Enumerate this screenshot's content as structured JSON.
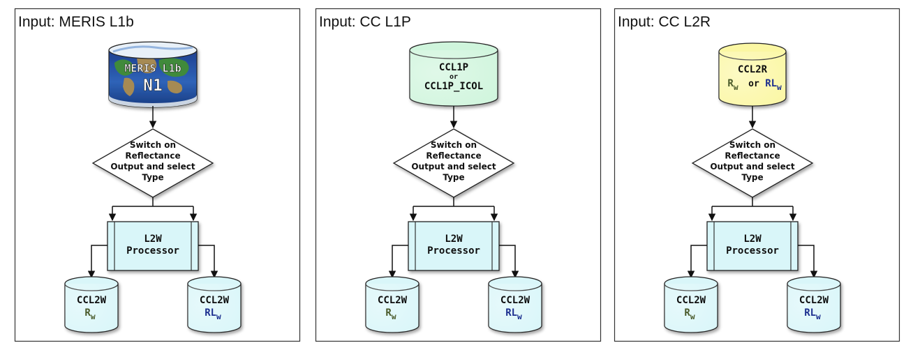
{
  "colors": {
    "cyan_fill": "#d9f6f9",
    "green_fill": "#cff5dc",
    "yellow_fill": "#fbf7a3",
    "rw_color": "#4a5a2a",
    "rlw_color": "#1b2f8f",
    "stroke": "#222222"
  },
  "panels": [
    {
      "title": "Input: MERIS L1b",
      "input": {
        "style": "earth-image",
        "lines": [
          "MERIS L1b",
          "N1"
        ]
      },
      "decision": [
        "Switch on",
        "Reflectance",
        "Output and select",
        "Type"
      ],
      "processor": [
        "L2W",
        "Processor"
      ],
      "outputs": [
        {
          "label": "CCL2W",
          "sub_main": "R",
          "sub_index": "w",
          "sub_color": "rw"
        },
        {
          "label": "CCL2W",
          "sub_main": "RL",
          "sub_index": "w",
          "sub_color": "rlw"
        }
      ]
    },
    {
      "title": "Input: CC L1P",
      "input": {
        "style": "green",
        "lines": [
          "CCL1P",
          "or",
          "CCL1P_ICOL"
        ]
      },
      "decision": [
        "Switch on",
        "Reflectance",
        "Output and select",
        "Type"
      ],
      "processor": [
        "L2W",
        "Processor"
      ],
      "outputs": [
        {
          "label": "CCL2W",
          "sub_main": "R",
          "sub_index": "w",
          "sub_color": "rw"
        },
        {
          "label": "CCL2W",
          "sub_main": "RL",
          "sub_index": "w",
          "sub_color": "rlw"
        }
      ]
    },
    {
      "title": "Input: CC L2R",
      "input": {
        "style": "yellow",
        "lines": [
          "CCL2R"
        ],
        "sub": {
          "a_main": "R",
          "a_index": "w",
          "or": "or",
          "b_main": "RL",
          "b_index": "w"
        }
      },
      "decision": [
        "Switch on",
        "Reflectance",
        "Output and select",
        "Type"
      ],
      "processor": [
        "L2W",
        "Processor"
      ],
      "outputs": [
        {
          "label": "CCL2W",
          "sub_main": "R",
          "sub_index": "w",
          "sub_color": "rw"
        },
        {
          "label": "CCL2W",
          "sub_main": "RL",
          "sub_index": "w",
          "sub_color": "rlw"
        }
      ]
    }
  ]
}
